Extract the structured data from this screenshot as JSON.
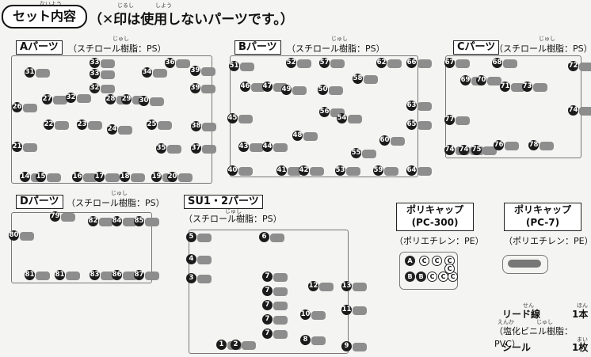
{
  "header": {
    "title": "セット内容",
    "title_ruby_1": "ないよう",
    "note": "（✕印は使用しないパーツです。）",
    "note_ruby_1": "じるし",
    "note_ruby_2": "しよう"
  },
  "sections": {
    "A": {
      "label": "Aパーツ",
      "note": "（スチロール樹脂：PS）",
      "ruby": "じゅし",
      "numbers": [
        "31",
        "33",
        "33",
        "32",
        "34",
        "36",
        "39",
        "39",
        "26",
        "27",
        "32",
        "28",
        "29",
        "30",
        "22",
        "23",
        "24",
        "25",
        "35",
        "38",
        "37",
        "21",
        "14",
        "15",
        "16",
        "17",
        "18",
        "19",
        "20"
      ]
    },
    "B": {
      "label": "Bパーツ",
      "note": "（スチロール樹脂：PS）",
      "ruby": "じゅし",
      "numbers": [
        "51",
        "52",
        "57",
        "62",
        "66",
        "46",
        "47",
        "49",
        "50",
        "58",
        "45",
        "56",
        "54",
        "63",
        "43",
        "44",
        "48",
        "55",
        "60",
        "65",
        "40",
        "41",
        "42",
        "53",
        "59",
        "64"
      ]
    },
    "C": {
      "label": "Cパーツ",
      "note": "（スチロール樹脂：PS）",
      "ruby": "じゅし",
      "numbers": [
        "67",
        "68",
        "72",
        "69",
        "70",
        "71",
        "73",
        "77",
        "74",
        "74",
        "74",
        "75",
        "76",
        "78"
      ]
    },
    "D": {
      "label": "Dパーツ",
      "note": "（スチロール樹脂：PS）",
      "ruby": "じゅし",
      "numbers": [
        "79",
        "82",
        "84",
        "85",
        "80",
        "81",
        "81",
        "83",
        "86",
        "87"
      ]
    },
    "SU": {
      "label": "SU1・2パーツ",
      "note": "（スチロール樹脂：PS）",
      "ruby": "じゅし",
      "numbers": [
        "5",
        "6",
        "4",
        "3",
        "7",
        "7",
        "12",
        "13",
        "7",
        "11",
        "7",
        "10",
        "7",
        "1",
        "2",
        "8",
        "9"
      ]
    }
  },
  "polycaps": [
    {
      "title": "ポリキャップ",
      "code": "(PC-300)",
      "note": "（ポリエチレン：PE）",
      "letters": [
        "A",
        "C",
        "C",
        "C",
        "B",
        "B",
        "C",
        "C",
        "C",
        "C"
      ]
    },
    {
      "title": "ポリキャップ",
      "code": "(PC-7)",
      "note": "（ポリエチレン：PE）"
    }
  ],
  "extras": {
    "lead_wire": "リード線",
    "lead_wire_ruby": "せん",
    "lead_qty": "1本",
    "lead_qty_ruby": "ほん",
    "lead_material": "（塩化ビニル樹脂：PVC）",
    "lead_material_ruby": "えんか　　　　じゅし",
    "seal": "シール",
    "seal_qty": "1枚",
    "seal_qty_ruby": "まい"
  }
}
